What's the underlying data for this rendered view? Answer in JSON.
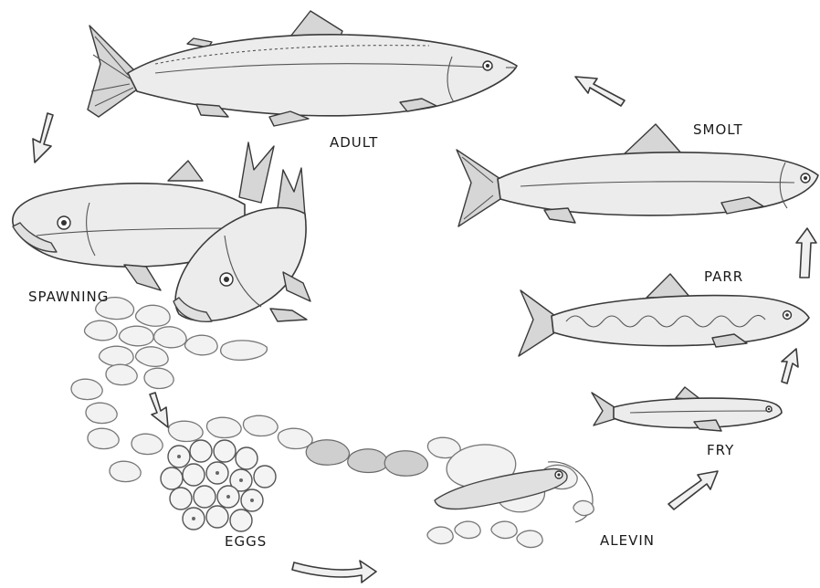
{
  "diagram": {
    "stages": [
      {
        "id": "adult",
        "label": "ADULT"
      },
      {
        "id": "smolt",
        "label": "SMOLT"
      },
      {
        "id": "parr",
        "label": "PARR"
      },
      {
        "id": "fry",
        "label": "FRY"
      },
      {
        "id": "alevin",
        "label": "ALEVIN"
      },
      {
        "id": "eggs",
        "label": "EGGS"
      },
      {
        "id": "spawning",
        "label": "SPAWNING"
      }
    ],
    "colors": {
      "ink": "#3a3a3a",
      "fill": "#ececec",
      "paper": "#ffffff"
    }
  }
}
